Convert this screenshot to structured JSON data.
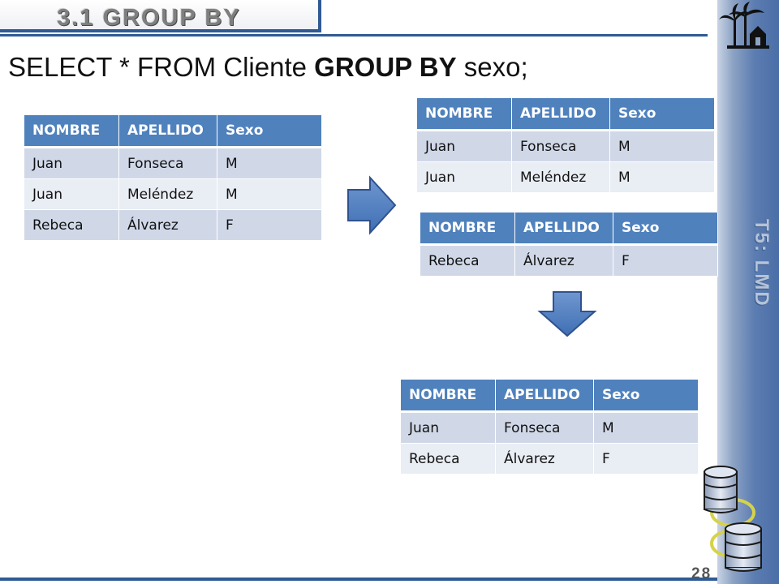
{
  "header": {
    "section_title": "3.1 GROUP BY",
    "side_label": "T5: LMD",
    "page_number": "28"
  },
  "sql": {
    "part1": "SELECT * FROM Cliente ",
    "keyword": "GROUP BY",
    "part2": " sexo;"
  },
  "colors": {
    "header_fill": "#4f81bd",
    "row_odd": "#d0d8e8",
    "row_even": "#e9edf4",
    "accent": "#2f5a94"
  },
  "tables": {
    "source": {
      "headers": [
        "NOMBRE",
        "APELLIDO",
        "Sexo"
      ],
      "rows": [
        [
          "Juan",
          "Fonseca",
          "M"
        ],
        [
          "Juan",
          "Meléndez",
          "M"
        ],
        [
          "Rebeca",
          "Álvarez",
          "F"
        ]
      ]
    },
    "group_m": {
      "headers": [
        "NOMBRE",
        "APELLIDO",
        "Sexo"
      ],
      "rows": [
        [
          "Juan",
          "Fonseca",
          "M"
        ],
        [
          "Juan",
          "Meléndez",
          "M"
        ]
      ]
    },
    "group_f": {
      "headers": [
        "NOMBRE",
        "APELLIDO",
        "Sexo"
      ],
      "rows": [
        [
          "Rebeca",
          "Álvarez",
          "F"
        ]
      ]
    },
    "result": {
      "headers": [
        "NOMBRE",
        "APELLIDO",
        "Sexo"
      ],
      "rows": [
        [
          "Juan",
          "Fonseca",
          "M"
        ],
        [
          "Rebeca",
          "Álvarez",
          "F"
        ]
      ]
    }
  },
  "icons": {
    "right_arrow": "arrow-right-icon",
    "down_arrow": "arrow-down-icon",
    "logo": "palm-tree-logo-icon",
    "databases": "database-icon"
  }
}
